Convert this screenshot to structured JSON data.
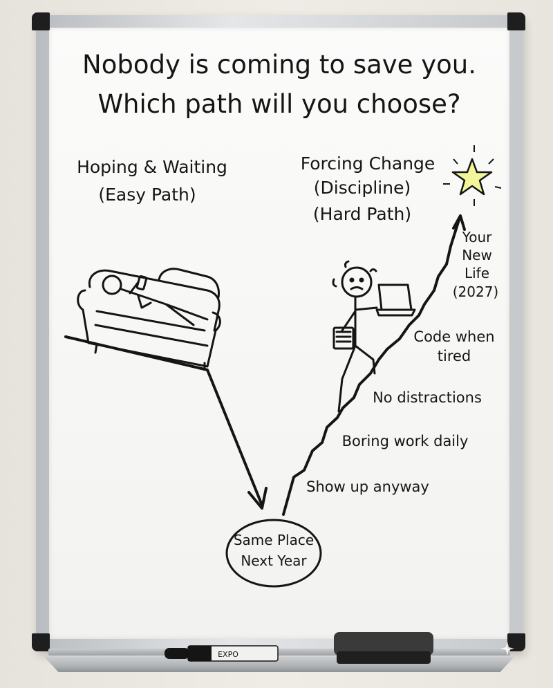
{
  "title": {
    "line1": "Nobody is coming to save you.",
    "line2": "Which path will you choose?"
  },
  "easy_path": {
    "line1": "Hoping & Waiting",
    "line2": "(Easy Path)"
  },
  "hard_path": {
    "line1": "Forcing Change",
    "line2": "(Discipline)",
    "line3": "(Hard Path)"
  },
  "goal": {
    "line1": "Your",
    "line2": "New",
    "line3": "Life",
    "line4": "(2027)"
  },
  "steps": {
    "step1": "Show up anyway",
    "step2": "Boring work daily",
    "step3": "No distractions",
    "step4_line1": "Code when",
    "step4_line2": "tired"
  },
  "bottom": {
    "line1": "Same Place",
    "line2": "Next Year"
  },
  "marker_brand": "EXPO",
  "colors": {
    "ink": "#151515",
    "star": "#f3f59a",
    "board": "#f8f8f6",
    "frame": "#c4c7ca"
  }
}
